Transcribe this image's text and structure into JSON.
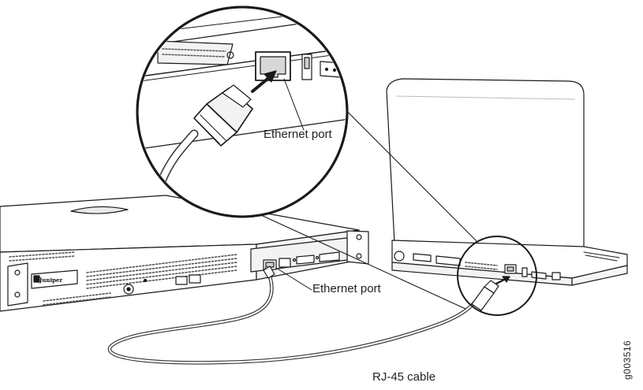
{
  "labels": {
    "zoom_port": "Ethernet port",
    "router_port": "Ethernet port",
    "cable": "RJ-45 cable",
    "figure_id": "g003516"
  },
  "device": {
    "brand": "Juniper"
  },
  "colors": {
    "line": "#1a1a1a",
    "panel_fill": "#f3f3f3",
    "vent": "#555555",
    "background": "#ffffff"
  }
}
